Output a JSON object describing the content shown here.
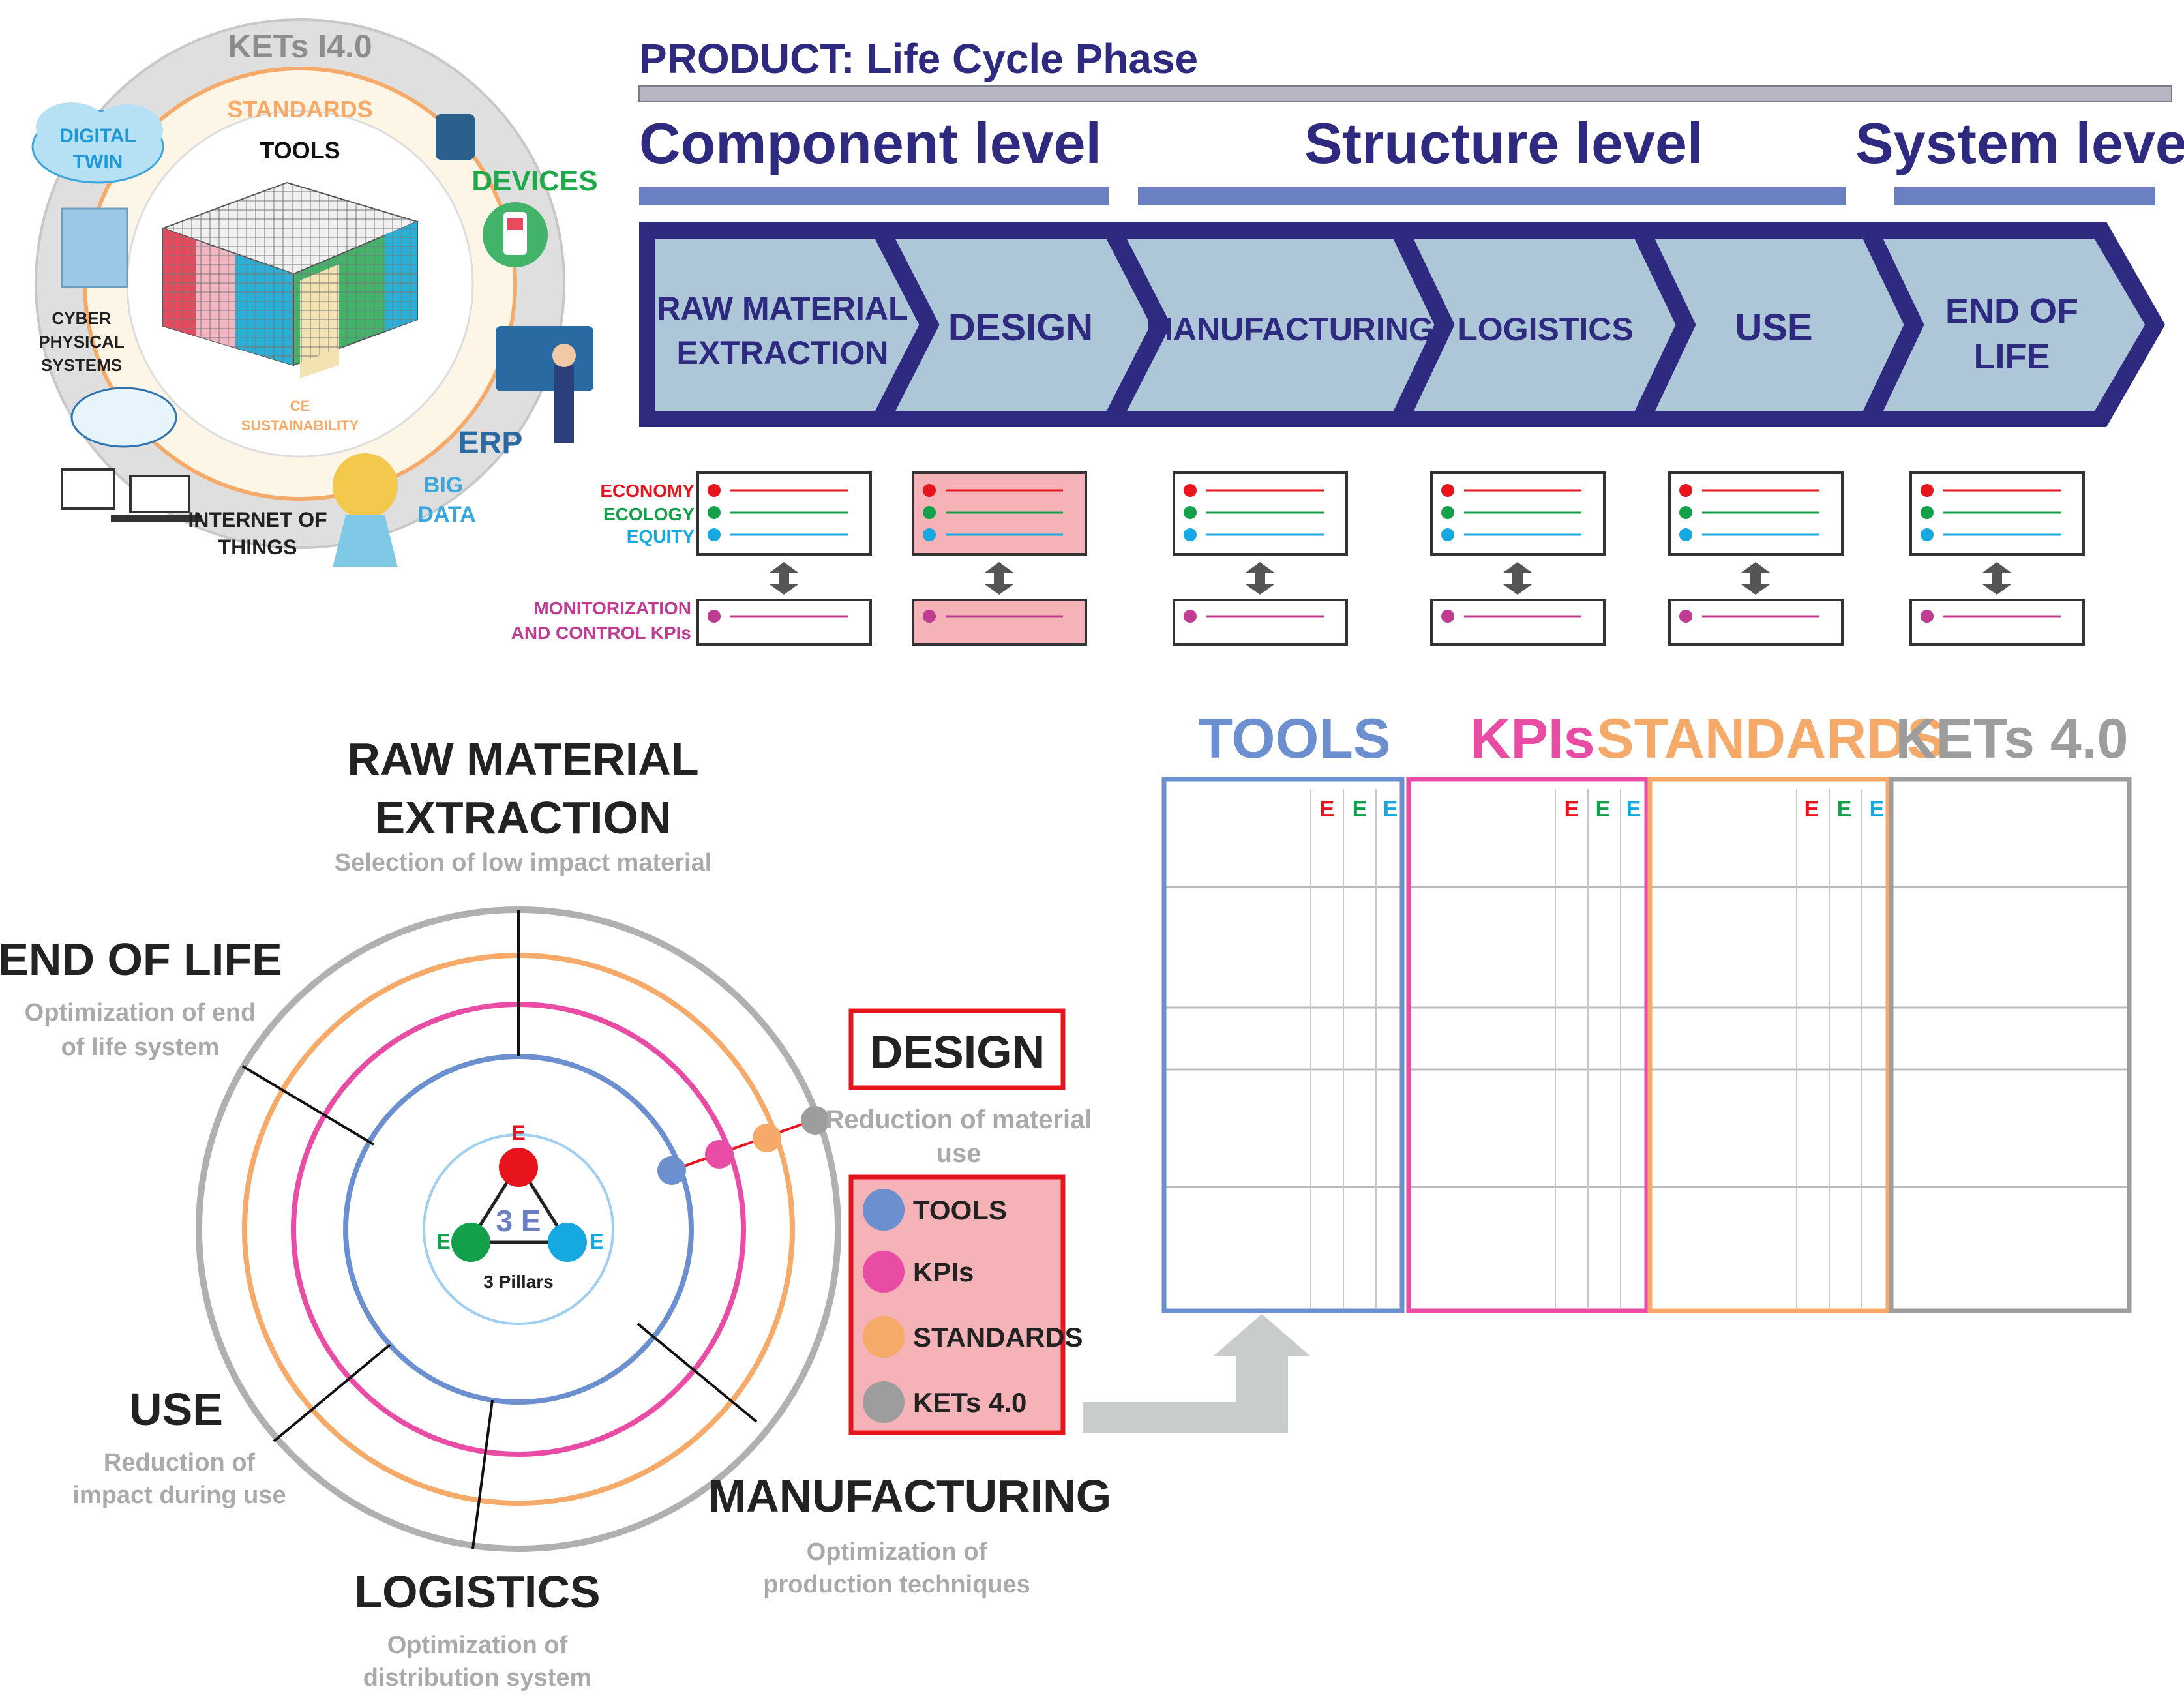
{
  "colors": {
    "navy": "#2d2a80",
    "phase_fill": "#adc6d8",
    "bar_blue": "#6b80c3",
    "bar_gray": "#b7b7c3",
    "tools": "#6b8fcf",
    "kpis": "#e84ca4",
    "standards": "#f5aa6a",
    "kets": "#9d9d9d",
    "economy": "#e8141d",
    "ecology": "#13a04a",
    "equity": "#16a8e0",
    "highlight": "#f5b3b8"
  },
  "top_left": {
    "kets_title": "KETs I4.0",
    "standards_title": "STANDARDS",
    "tools_title": "TOOLS",
    "digital_twin": "DIGITAL TWIN",
    "devices": "DEVICES",
    "cyber_physical": "CYBER PHYSICAL SYSTEMS",
    "erp": "ERP",
    "big_data": "BIG DATA",
    "iot": "INTERNET OF THINGS",
    "ce": "CE",
    "sustainability": "SUSTAINABILITY"
  },
  "product": {
    "title": "PRODUCT: Life Cycle Phase",
    "levels": [
      "Component level",
      "Structure level",
      "System level"
    ],
    "phases": [
      "RAW MATERIAL EXTRACTION",
      "DESIGN",
      "MANUFACTURING",
      "LOGISTICS",
      "USE",
      "END OF LIFE"
    ]
  },
  "pillars_labels": {
    "economy": "ECONOMY",
    "ecology": "ECOLOGY",
    "equity": "EQUITY",
    "monitorization": "MONITORIZATION AND CONTROL KPIs"
  },
  "wheel": {
    "center_title": "3 E",
    "center_sub": "3 Pillars",
    "e_letter": "E",
    "segments": [
      {
        "title": "RAW MATERIAL EXTRACTION",
        "desc": "Selection of low impact material"
      },
      {
        "title": "END OF LIFE",
        "desc": "Optimization of end of life system"
      },
      {
        "title": "USE",
        "desc": "Reduction of impact during use"
      },
      {
        "title": "LOGISTICS",
        "desc": "Optimization of distribution system"
      },
      {
        "title": "MANUFACTURING",
        "desc": "Optimization of production techniques"
      }
    ],
    "design_title": "DESIGN",
    "design_desc": "Reduction of material use",
    "legend": [
      "TOOLS",
      "KPIs",
      "STANDARDS",
      "KETs 4.0"
    ]
  },
  "table": {
    "headers": [
      "TOOLS",
      "KPIs",
      "STANDARDS",
      "KETs 4.0"
    ],
    "eee": "E"
  }
}
